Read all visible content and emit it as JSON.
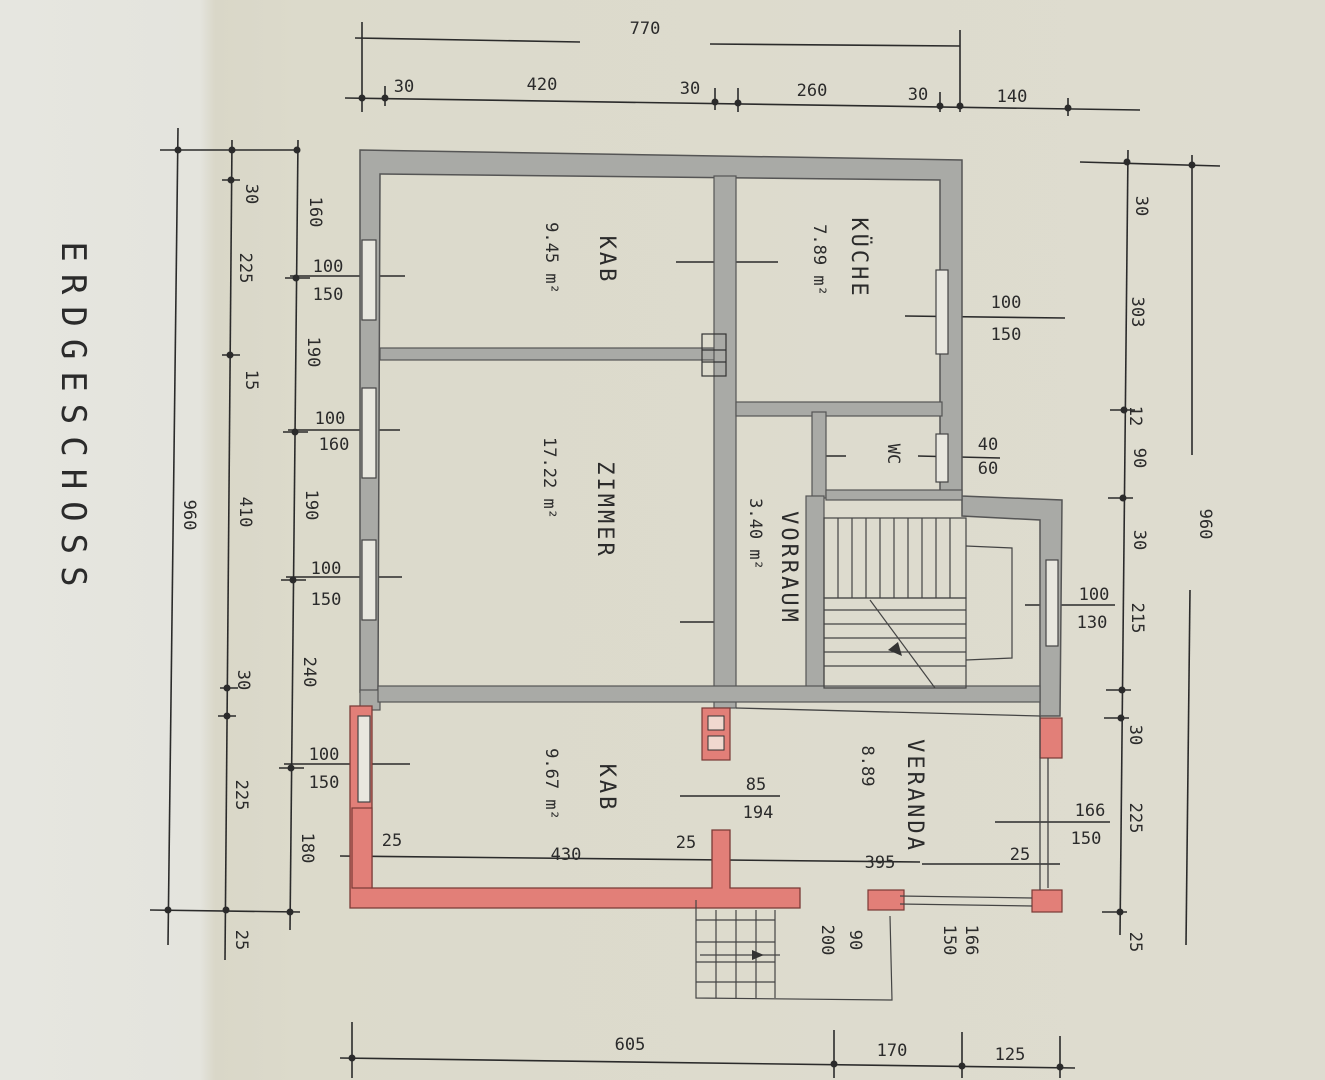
{
  "title": "ERDGESCHOSS",
  "colors": {
    "paper": "#dedcd2",
    "wall_existing": "#a9aaa6",
    "wall_new": "#e27f78",
    "ink": "#2b2b2b"
  },
  "rooms": {
    "kab_top": {
      "name": "KAB",
      "area": "9.45 m²"
    },
    "kuche": {
      "name": "KÜCHE",
      "area": "7.89 m²"
    },
    "zimmer": {
      "name": "ZIMMER",
      "area": "17.22 m²"
    },
    "vorraum": {
      "name": "VORRAUM",
      "area": "3.40 m²"
    },
    "wc": {
      "name": "WC"
    },
    "kab_bottom": {
      "name": "KAB",
      "area": "9.67 m²"
    },
    "veranda": {
      "name": "VERANDA",
      "area": "8.89"
    }
  },
  "dims_top": {
    "total": "770",
    "d1": "30",
    "d2": "420",
    "d3": "30",
    "d4": "260",
    "d5": "30",
    "d6": "140"
  },
  "dims_bottom": {
    "d1": "605",
    "d2": "170",
    "d3": "125"
  },
  "dims_left_outer": {
    "total": "960"
  },
  "dims_left_mid": {
    "d1": "30",
    "d2": "225",
    "d3": "15",
    "d4": "410",
    "d5": "30",
    "d6": "225",
    "d7": "25"
  },
  "dims_left_inner": {
    "d1": "160",
    "d2": "190",
    "d3": "190",
    "d4": "240",
    "d5": "180"
  },
  "dims_right": {
    "d1": "30",
    "d2": "303",
    "d3": "12",
    "d4": "90",
    "d5": "30",
    "d6": "215",
    "d7": "30",
    "d8": "225",
    "d9": "25",
    "total": "960"
  },
  "windows": {
    "w1_top": "100",
    "w1_bottom": "150",
    "w2_top": "100",
    "w2_bottom": "160",
    "w3_top": "100",
    "w3_bottom": "150",
    "w4_top": "100",
    "w4_bottom": "150",
    "kuche_top": "100",
    "kuche_bottom": "150",
    "wc_top": "40",
    "wc_bottom": "60",
    "stair_top": "100",
    "stair_bottom": "130",
    "veranda_top": "166",
    "veranda_bottom": "150",
    "door_top": "85",
    "door_bottom": "194"
  },
  "interior": {
    "k1": "25",
    "k2": "430",
    "k3": "25",
    "v1": "395",
    "v2": "25"
  },
  "steps": {
    "s1": "90",
    "s2": "200",
    "s3": "166",
    "s4": "150"
  }
}
